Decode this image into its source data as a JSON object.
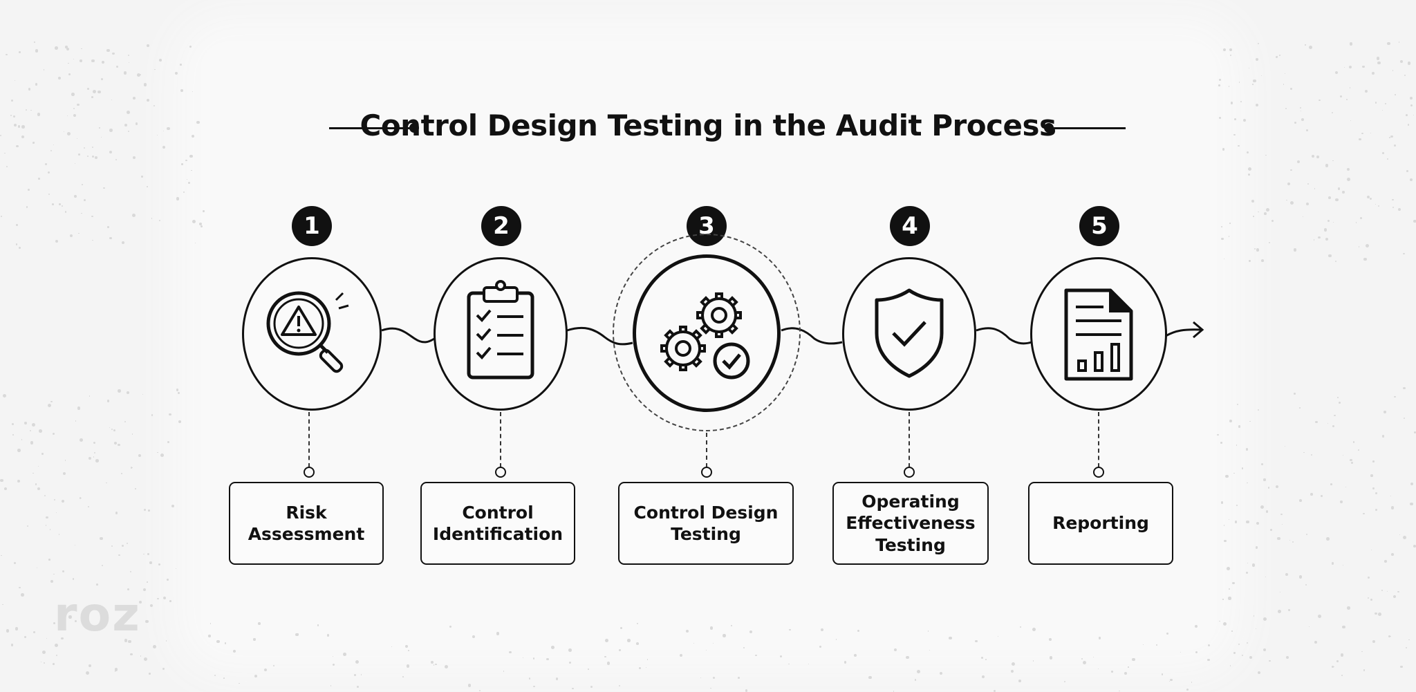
{
  "title": "Control Design Testing in the Audit Process",
  "steps": [
    {
      "number": "1",
      "label": "Risk\nAssessment",
      "icon": "magnifier-warning-icon"
    },
    {
      "number": "2",
      "label": "Control\nIdentification",
      "icon": "clipboard-checklist-icon"
    },
    {
      "number": "3",
      "label": "Control Design\nTesting",
      "icon": "gears-check-icon",
      "highlighted": true
    },
    {
      "number": "4",
      "label": "Operating\nEffectiveness\nTesting",
      "icon": "shield-check-icon"
    },
    {
      "number": "5",
      "label": "Reporting",
      "icon": "report-document-icon"
    }
  ],
  "logo": "roz",
  "colors": {
    "ink": "#111111",
    "background": "#f4f4f4"
  }
}
